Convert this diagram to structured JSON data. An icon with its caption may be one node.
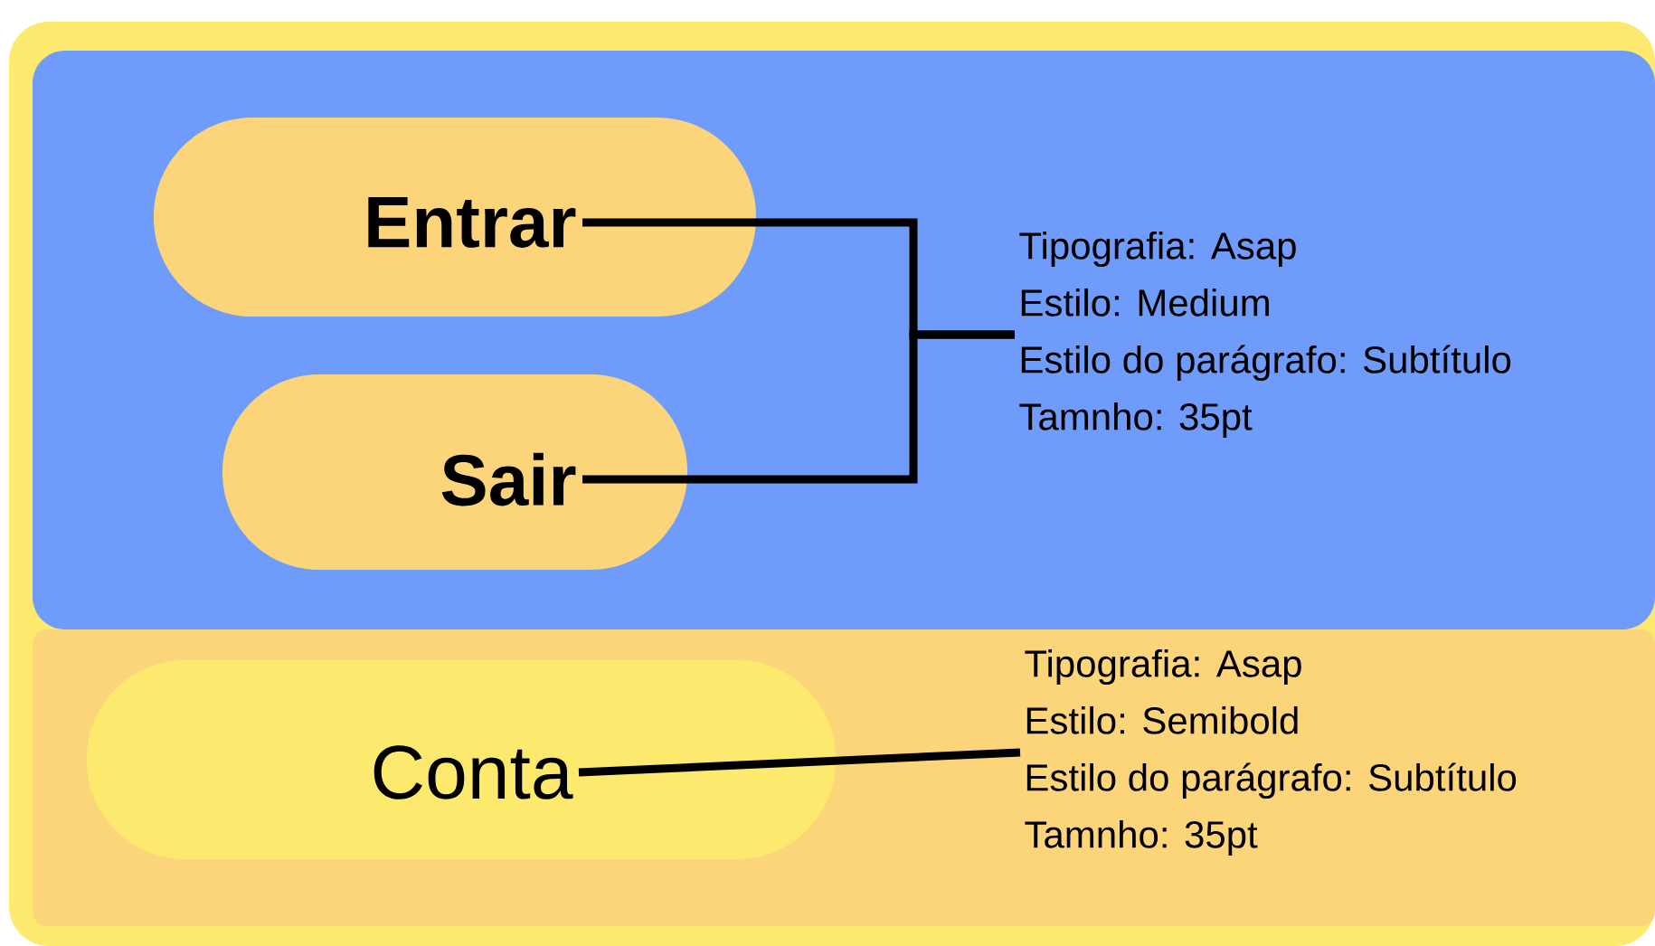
{
  "diagram": {
    "nodes": [
      {
        "text": [
          "Entrar"
        ]
      },
      {
        "text": [
          "Sair"
        ]
      },
      {
        "text": [
          "Tipografia: Asap",
          "Estilo: Medium",
          "Estilo do parágrafo: Subtítulo",
          "Tamnho: 35pt"
        ]
      },
      {
        "text": [
          "Conta"
        ]
      },
      {
        "text": [
          "Tipografia: Asap",
          "Estilo: Semibold",
          "Estilo do parágrafo: Subtítulo",
          "Tamnho: 35pt"
        ]
      }
    ],
    "edges": [
      {
        "from": 0,
        "to": 2,
        "arrow": "none"
      },
      {
        "from": 1,
        "to": 2,
        "arrow": "none"
      },
      {
        "from": 3,
        "to": 4,
        "arrow": "none"
      }
    ]
  }
}
